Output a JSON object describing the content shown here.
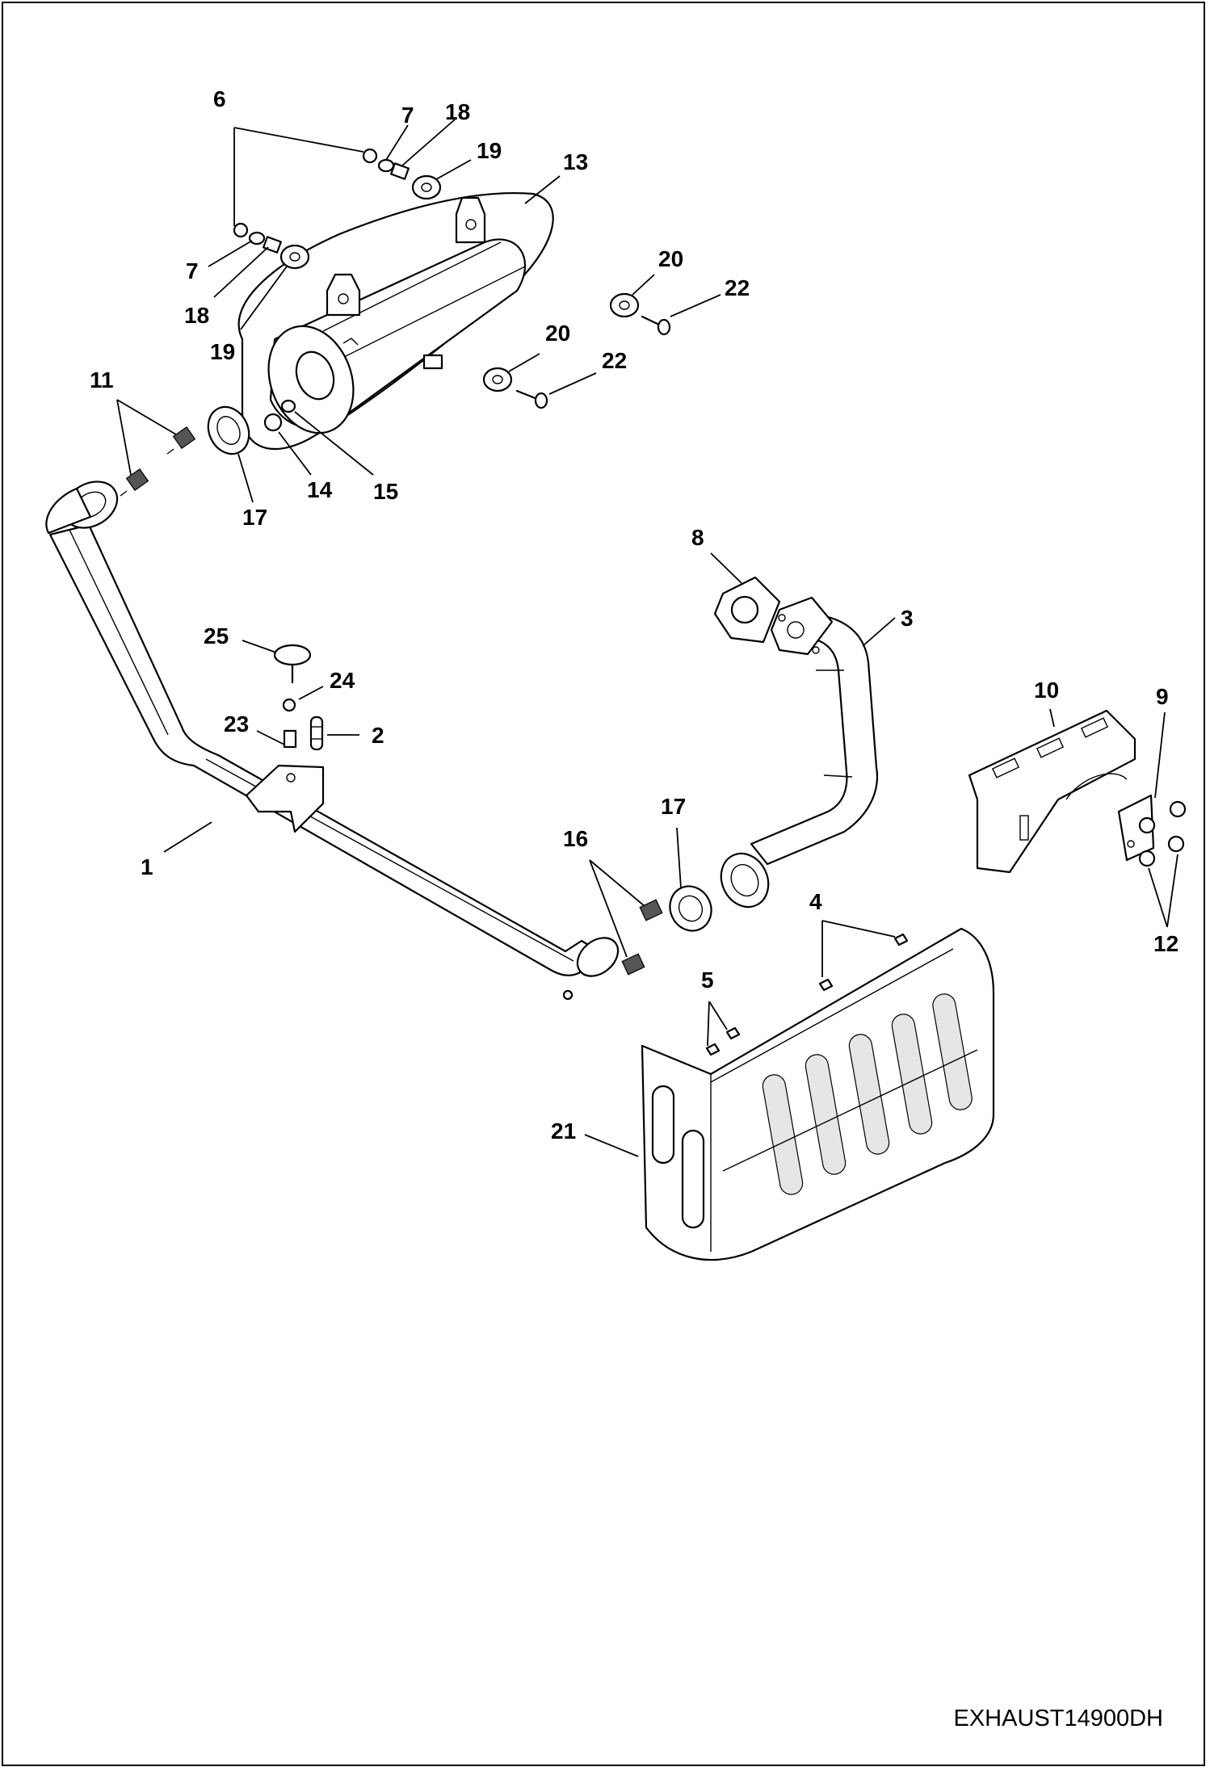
{
  "figure_id": "EXHAUST14900DH",
  "callouts": {
    "c1": "1",
    "c2": "2",
    "c3": "3",
    "c4": "4",
    "c5": "5",
    "c6": "6",
    "c7a": "7",
    "c7b": "7",
    "c8": "8",
    "c9": "9",
    "c10": "10",
    "c11": "11",
    "c12": "12",
    "c13": "13",
    "c14": "14",
    "c15": "15",
    "c16": "16",
    "c17a": "17",
    "c17b": "17",
    "c18a": "18",
    "c18b": "18",
    "c19a": "19",
    "c19b": "19",
    "c20a": "20",
    "c20b": "20",
    "c21": "21",
    "c22a": "22",
    "c22b": "22",
    "c23": "23",
    "c24": "24",
    "c25": "25"
  },
  "parts": [
    {
      "id": "1",
      "icon": "exhaust-pipe-icon"
    },
    {
      "id": "2",
      "icon": "spring-clip-icon"
    },
    {
      "id": "3",
      "icon": "elbow-pipe-icon"
    },
    {
      "id": "4",
      "icon": "screw-icon"
    },
    {
      "id": "5",
      "icon": "screw-icon"
    },
    {
      "id": "6",
      "icon": "nut-icon"
    },
    {
      "id": "7",
      "icon": "washer-icon"
    },
    {
      "id": "8",
      "icon": "gasket-icon"
    },
    {
      "id": "9",
      "icon": "bracket-plate-icon"
    },
    {
      "id": "10",
      "icon": "heat-shield-bracket-icon"
    },
    {
      "id": "11",
      "icon": "spring-icon"
    },
    {
      "id": "12",
      "icon": "nut-icon"
    },
    {
      "id": "13",
      "icon": "muffler-icon"
    },
    {
      "id": "14",
      "icon": "bolt-icon"
    },
    {
      "id": "15",
      "icon": "washer-icon"
    },
    {
      "id": "16",
      "icon": "spring-icon"
    },
    {
      "id": "17",
      "icon": "seal-ring-icon"
    },
    {
      "id": "18",
      "icon": "spacer-icon"
    },
    {
      "id": "19",
      "icon": "grommet-icon"
    },
    {
      "id": "20",
      "icon": "grommet-icon"
    },
    {
      "id": "21",
      "icon": "heat-shield-icon"
    },
    {
      "id": "22",
      "icon": "bolt-icon"
    },
    {
      "id": "23",
      "icon": "spacer-icon"
    },
    {
      "id": "24",
      "icon": "nut-icon"
    },
    {
      "id": "25",
      "icon": "knob-icon"
    }
  ]
}
